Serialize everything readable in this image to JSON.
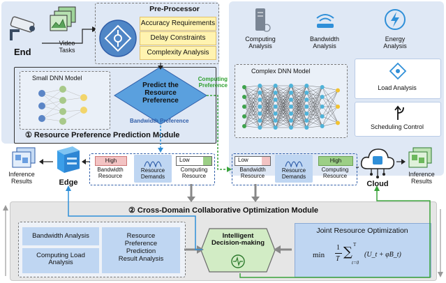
{
  "top_left": {
    "end_label": "End",
    "video_tasks_label": "Video\nTasks",
    "preprocessor_title": "Pre-Processor",
    "preprocessor_items": [
      "Accuracy Requirements",
      "Delay Constraints",
      "Complexity Analysis"
    ],
    "small_dnn_label": "Small DNN Model",
    "predict_label": "Predict the\nResource\nPreference",
    "computing_pref_label": "Computing\nPreference",
    "bandwidth_pref_label": "Bandwidth Preference",
    "module1_title": "① Resource Preference Prediction Module"
  },
  "top_right": {
    "icons": [
      "Computing\nAnalysis",
      "Bandwidth\nAnalysis",
      "Energy\nAnalysis"
    ],
    "complex_dnn_label": "Complex DNN Model",
    "side_items": [
      "Load Analysis",
      "Scheduling Control"
    ]
  },
  "middle": {
    "inference_left": "Inference\nResults",
    "edge_label": "Edge",
    "edge_high": "High",
    "edge_bandwidth_resource": "Bandwidth\nResource",
    "edge_resource_demands": "Resource\nDemands",
    "edge_low": "Low",
    "edge_computing_resource": "Computing\nResource",
    "cloud_low": "Low",
    "cloud_bandwidth_resource": "Bandwidth\nResource",
    "cloud_resource_demands": "Resource\nDemands",
    "cloud_high": "High",
    "cloud_computing_resource": "Computing\nResource",
    "cloud_label": "Cloud",
    "inference_right": "Inference\nResults"
  },
  "bottom": {
    "module2_title": "② Cross-Domain Collaborative Optimization Module",
    "bandwidth_analysis": "Bandwidth Analysis",
    "computing_load": "Computing Load\nAnalysis",
    "preference_result": "Resource\nPreference\nPrediction\nResult Analysis",
    "intelligent_label": "Intelligent\nDecision-making",
    "joint_title": "Joint Resource Optimization",
    "formula_min": "min",
    "formula_frac": "1",
    "formula_T": "T",
    "formula_sum_top": "T",
    "formula_sum_bottom": "t=0",
    "formula_body": "(U_t + φB_t)"
  },
  "colors": {
    "panel_blue": "#dfe8f5",
    "accent_blue": "#2f5da8",
    "green_arrow": "#3aa33a",
    "yellow": "#fff3b0",
    "diamond_blue": "#5aa0de"
  }
}
